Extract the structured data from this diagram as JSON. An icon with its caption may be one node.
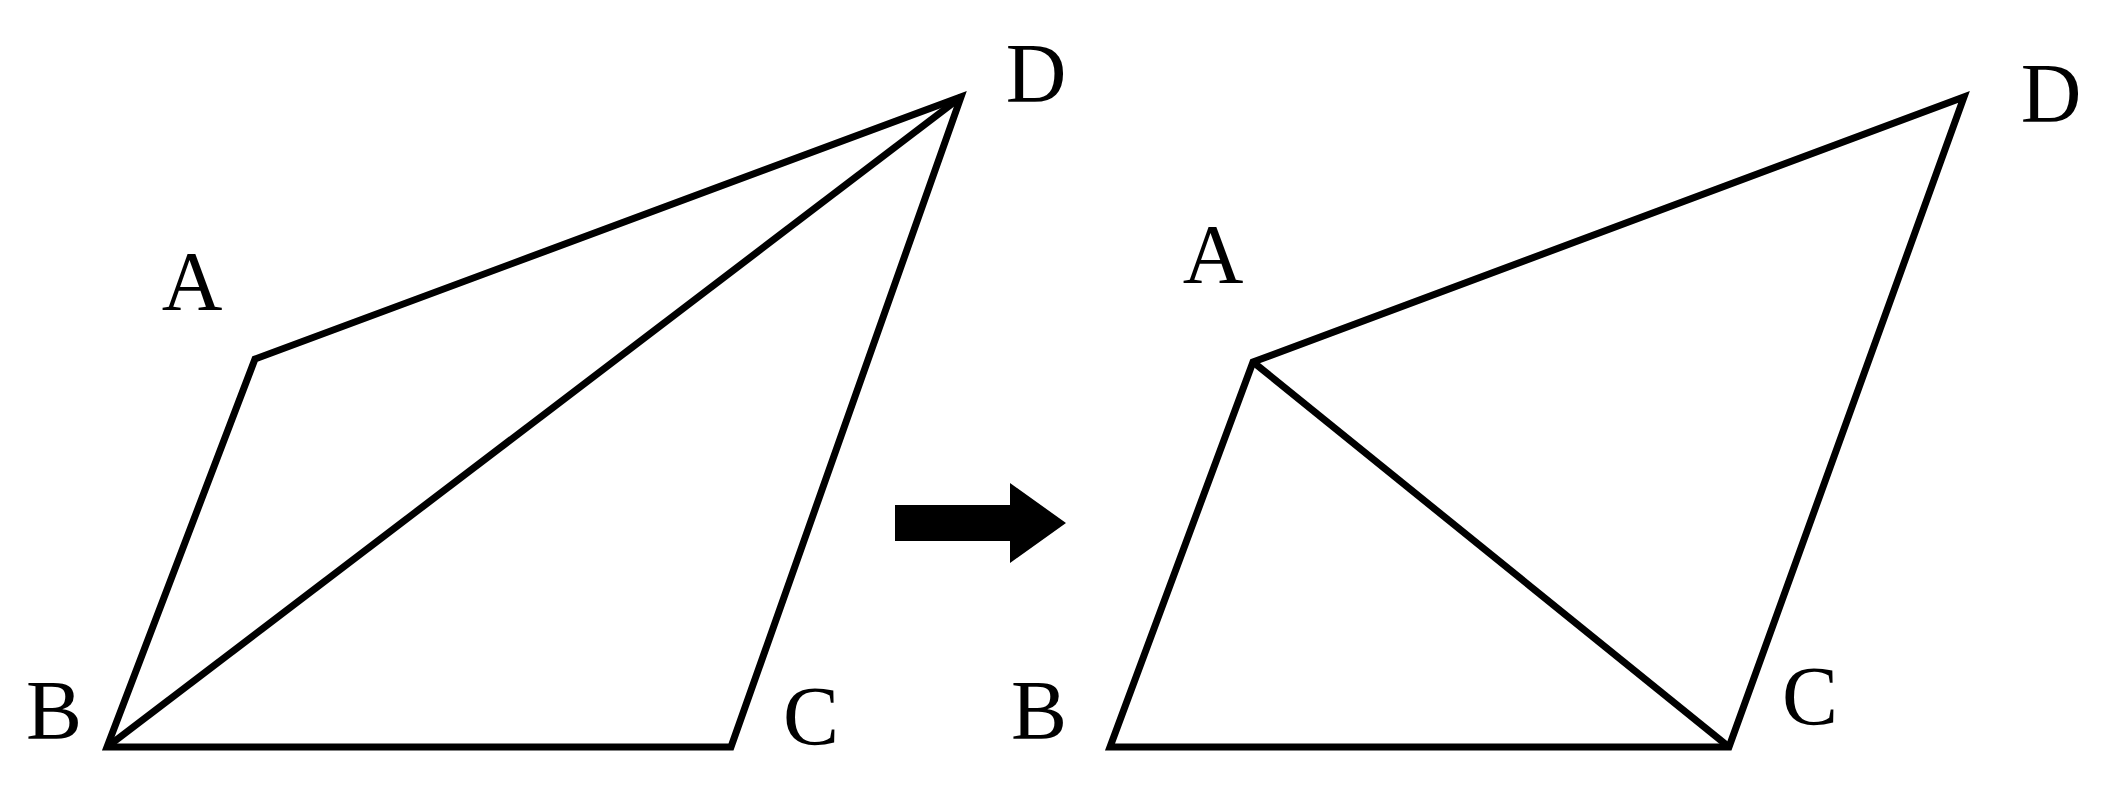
{
  "diagram": {
    "nodes": [
      {
        "text": [],
        "shape": "picture"
      },
      {
        "text": [],
        "shape": "picture"
      }
    ],
    "edges": [
      {
        "from": 0,
        "to": 1,
        "arrow": "to",
        "style": "thick"
      }
    ],
    "labels": [
      "A",
      "B",
      "C",
      "D",
      "A",
      "B",
      "C",
      "D"
    ]
  }
}
